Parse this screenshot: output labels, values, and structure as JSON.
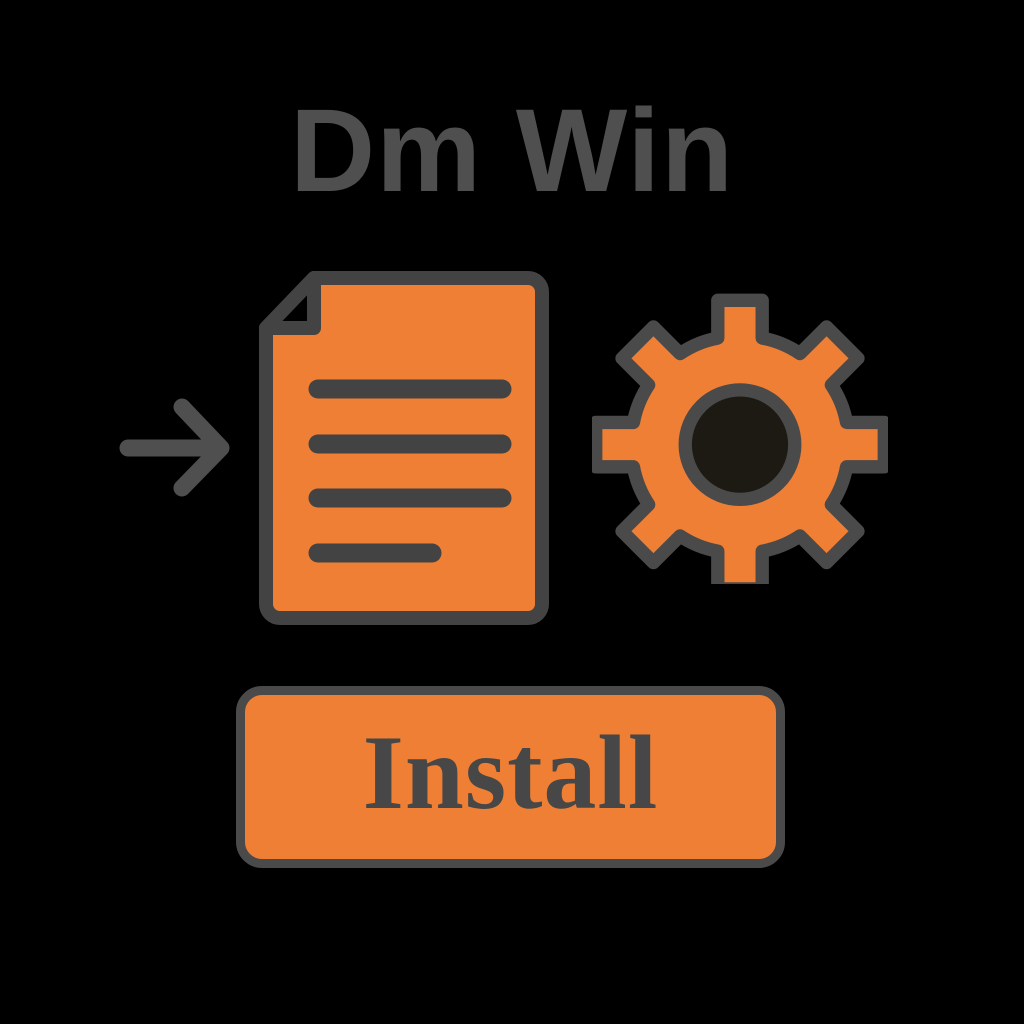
{
  "window": {
    "background_color": "#000000"
  },
  "header": {
    "title": "Dm Win",
    "title_color": "#4f4f4f"
  },
  "flow": {
    "arrow": {
      "icon": "arrow-right-icon",
      "direction": "right",
      "color": "#4f4f4f"
    },
    "document": {
      "icon": "document-icon",
      "fill_color": "#ee7f35",
      "stroke_color": "#434343",
      "line_count": 4
    },
    "gear": {
      "icon": "gear-icon",
      "fill_color": "#ee7f35",
      "stroke_color": "#4a4a4a",
      "hub_color": "#1d1a13",
      "teeth": 8
    }
  },
  "actions": {
    "install_button": {
      "label": "Install",
      "fill_color": "#ee7f35",
      "stroke_color": "#4a4a4a",
      "text_color": "#474747"
    }
  },
  "palette": {
    "accent_orange": "#ee7f35",
    "outline_gray": "#4a4a4a",
    "text_gray": "#4f4f4f",
    "background_black": "#000000"
  }
}
